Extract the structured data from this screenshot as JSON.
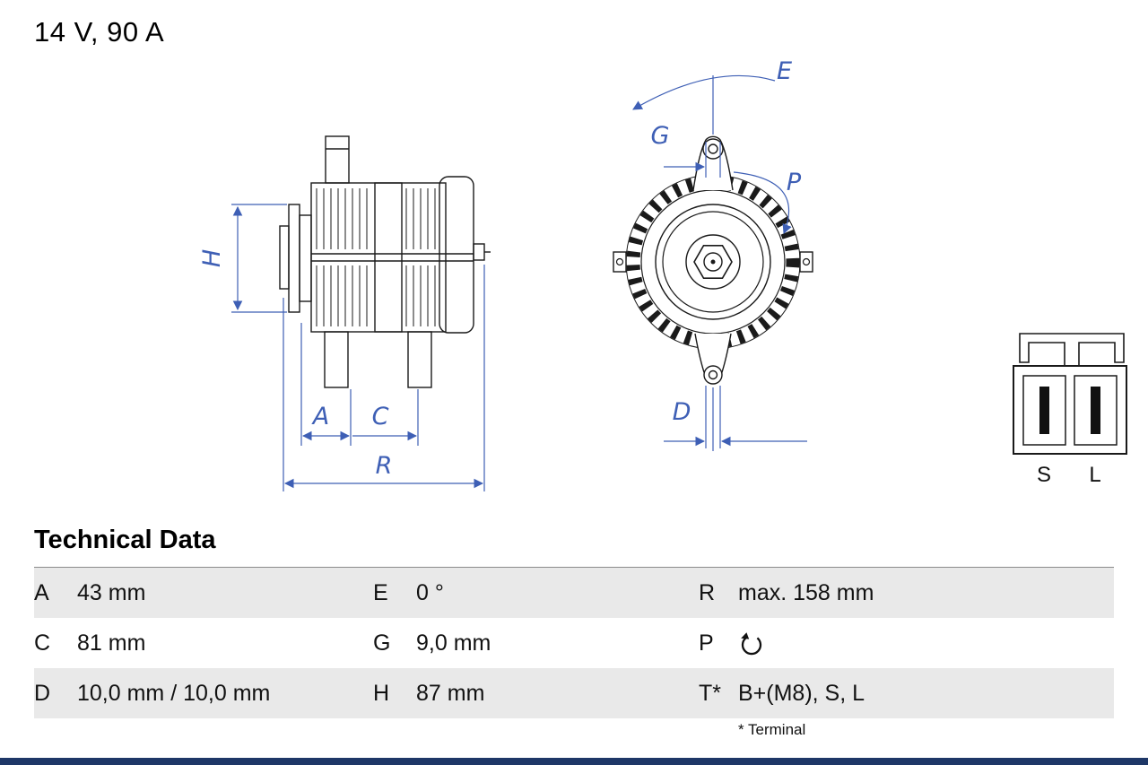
{
  "header": {
    "rating": "14 V, 90 A"
  },
  "diagram": {
    "dimension_labels": {
      "H": "H",
      "A": "A",
      "C": "C",
      "R": "R",
      "E": "E",
      "G": "G",
      "P": "P",
      "D": "D"
    },
    "connector": {
      "pin_left_label": "S",
      "pin_right_label": "L"
    },
    "colors": {
      "dimension_blue": "#3e5fb5",
      "line_black": "#1a1a1a"
    }
  },
  "technical_data": {
    "title": "Technical Data",
    "rows": [
      {
        "cells": [
          {
            "key": "A",
            "value": "43 mm"
          },
          {
            "key": "E",
            "value": "0 °"
          },
          {
            "key": "R",
            "value": "max. 158 mm"
          }
        ]
      },
      {
        "cells": [
          {
            "key": "C",
            "value": "81 mm"
          },
          {
            "key": "G",
            "value": "9,0 mm"
          },
          {
            "key": "P",
            "value": "",
            "icon": "rotation-direction-icon"
          }
        ]
      },
      {
        "cells": [
          {
            "key": "D",
            "value": "10,0 mm / 10,0 mm"
          },
          {
            "key": "H",
            "value": "87 mm"
          },
          {
            "key": "T*",
            "value": "B+(M8), S, L"
          }
        ]
      }
    ],
    "footnote": "* Terminal"
  },
  "footer": {
    "bar_color": "#1e3767"
  }
}
